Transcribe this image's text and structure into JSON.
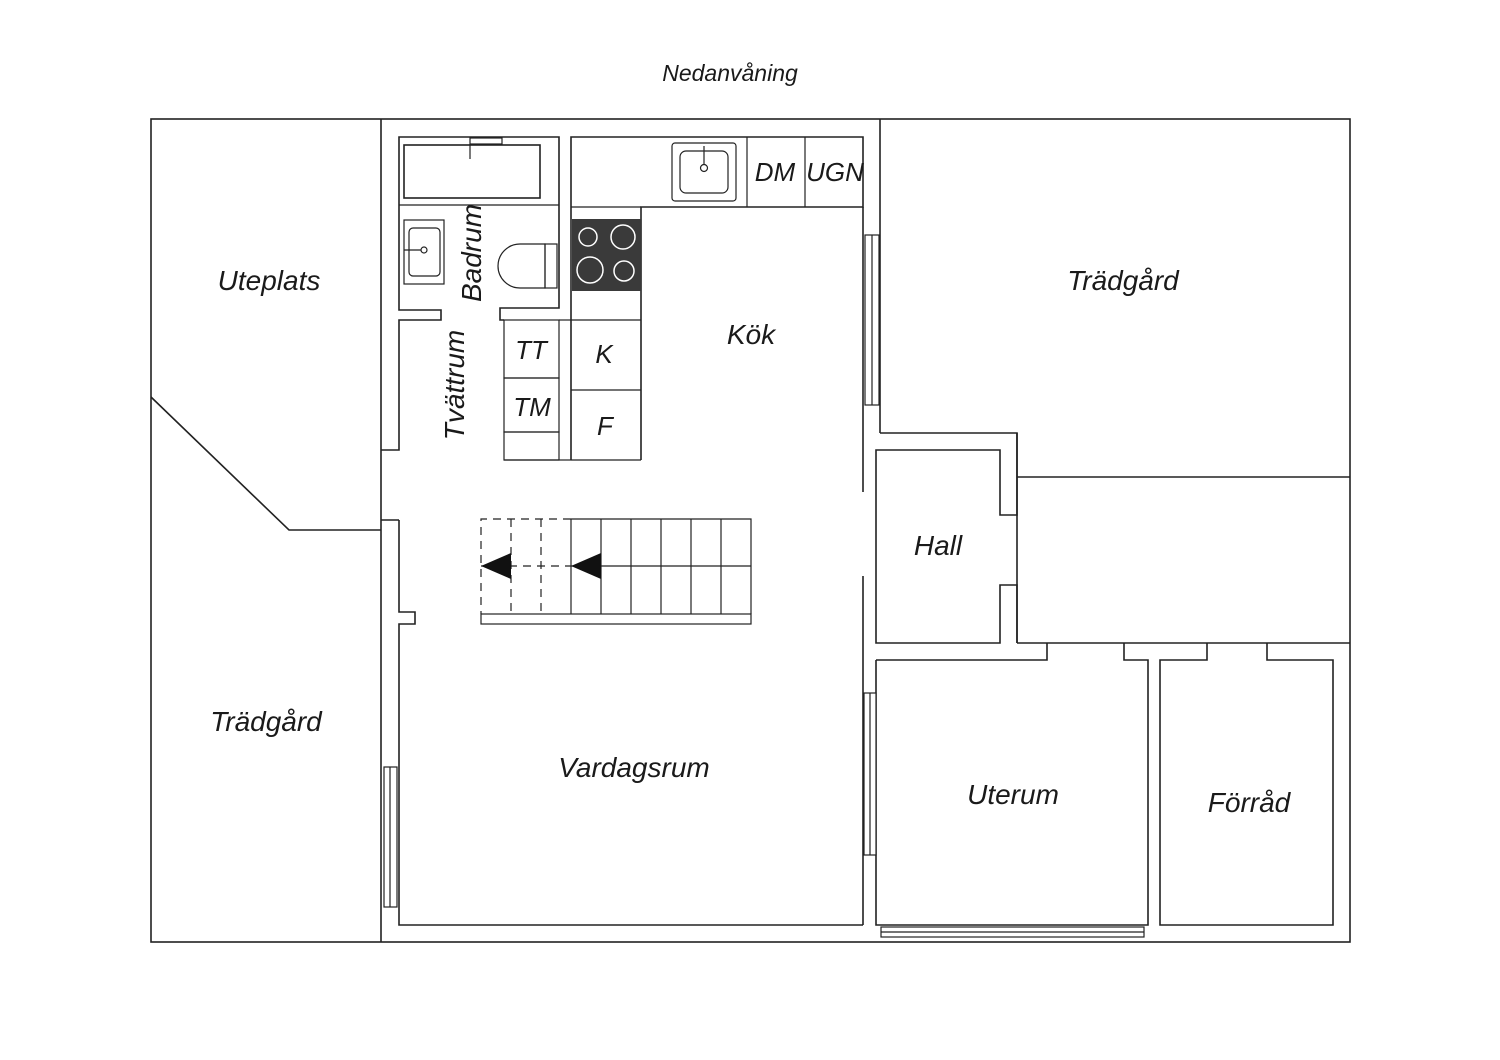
{
  "title": "Nedanvåning",
  "rooms": {
    "uteplats": "Uteplats",
    "tradgard_left": "Trädgård",
    "tradgard_right": "Trädgård",
    "badrum": "Badrum",
    "tvattrum": "Tvättrum",
    "kok": "Kök",
    "hall": "Hall",
    "vardagsrum": "Vardagsrum",
    "uterum": "Uterum",
    "forrad": "Förråd"
  },
  "appliances": {
    "dm": "DM",
    "ugn": "UGN",
    "tt": "TT",
    "tm": "TM",
    "k": "K",
    "f": "F"
  },
  "colors": {
    "line": "#222222",
    "stove": "#3a3a3a",
    "background": "#ffffff"
  }
}
